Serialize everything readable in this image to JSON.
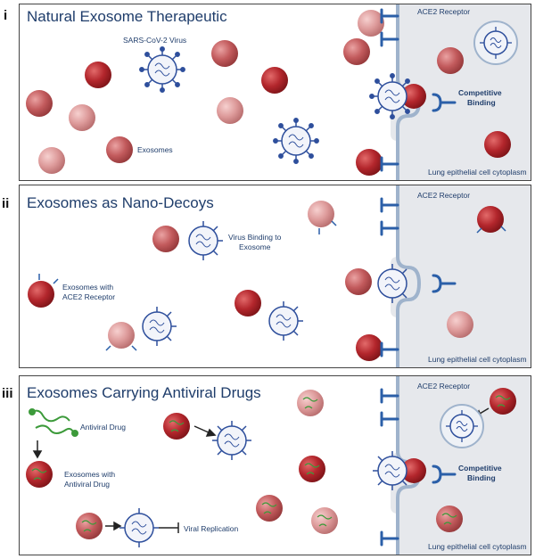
{
  "panels": [
    {
      "number": "i",
      "title": "Natural Exosome Therapeutic",
      "labels": {
        "virus": "SARS-CoV-2  Virus",
        "exosomes": "Exosomes",
        "receptor": "ACE2 Receptor",
        "binding_1": "Competitive",
        "binding_2": "Binding",
        "cytoplasm": "Lung epithelial cell cytoplasm"
      }
    },
    {
      "number": "ii",
      "title": "Exosomes as Nano-Decoys",
      "labels": {
        "virus_binding_1": "Virus Binding to",
        "virus_binding_2": "Exosome",
        "ace2_exo_1": "Exosomes with",
        "ace2_exo_2": "ACE2 Receptor",
        "receptor": "ACE2 Receptor",
        "cytoplasm": "Lung epithelial cell cytoplasm"
      }
    },
    {
      "number": "iii",
      "title": "Exosomes Carrying Antiviral Drugs",
      "labels": {
        "drug": "Antiviral Drug",
        "drug_exo_1": "Exosomes with",
        "drug_exo_2": "Antiviral Drug",
        "replication": "Viral Replication",
        "receptor": "ACE2 Receptor",
        "binding_1": "Competitive",
        "binding_2": "Binding",
        "cytoplasm": "Lung epithelial cell cytoplasm"
      }
    }
  ],
  "colors": {
    "title": "#1f3d6b",
    "receptor": "#2b5fa8",
    "membrane": "#9fb3cc",
    "cytoplasm": "#e6e8ec",
    "exosome_dark": "#b3262c",
    "exosome_mid": "#c25a5c",
    "exosome_light": "#dd9a9a",
    "virus_spike": "#2e4f9c",
    "drug": "#3c9a3a"
  }
}
